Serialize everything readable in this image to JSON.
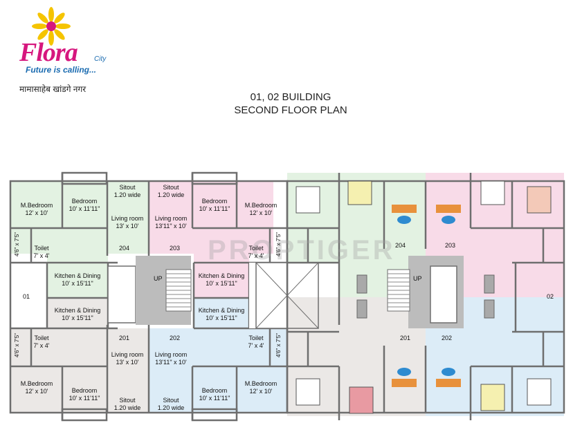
{
  "brand": {
    "name": "Flora",
    "city": "City",
    "tagline": "Future is calling...",
    "subtitle": "मामासाहेब खांडगे नगर"
  },
  "plan": {
    "title_line1": "01, 02 BUILDING",
    "title_line2": "SECOND FLOOR PLAN",
    "watermark": "PROPTIGER",
    "building_left": "01",
    "building_right": "02",
    "flat_204_left": "204",
    "flat_203_left": "203",
    "flat_201_left": "201",
    "flat_202_left": "202",
    "flat_204_right": "204",
    "flat_203_right": "203",
    "flat_201_right": "201",
    "flat_202_right": "202",
    "up_left": "UP",
    "up_right": "UP",
    "rooms": {
      "mbed_tl": [
        "M.Bedroom",
        "12' x 10'"
      ],
      "bed_tl": [
        "Bedroom",
        "10' x 11'11\""
      ],
      "sitout_tl": [
        "Sitout",
        "1.20 wide"
      ],
      "living_tl": [
        "Living room",
        "13' x 10'"
      ],
      "sitout_tm": [
        "Sitout",
        "1.20 wide"
      ],
      "living_tm": [
        "Living room",
        "13'11\" x 10'"
      ],
      "bed_tm": [
        "Bedroom",
        "10' x 11'11\""
      ],
      "mbed_tm": [
        "M.Bedroom",
        "12' x 10'"
      ],
      "toilet_tl": [
        "Toilet",
        "7' x 4'"
      ],
      "toilet_tm": [
        "Toilet",
        "7' x 4'"
      ],
      "kitchen_tl": [
        "Kitchen & Dining",
        "10' x 15'11\""
      ],
      "kitchen_tm": [
        "Kitchen & Dining",
        "10' x 15'11\""
      ],
      "kitchen_bl": [
        "Kitchen & Dining",
        "10' x 15'11\""
      ],
      "kitchen_bm": [
        "Kitchen & Dining",
        "10' x 15'11\""
      ],
      "toilet_bl": [
        "Toilet",
        "7' x 4'"
      ],
      "toilet_bm": [
        "Toilet",
        "7' x 4'"
      ],
      "living_bl": [
        "Living room",
        "13' x 10'"
      ],
      "living_bm": [
        "Living room",
        "13'11\" x 10'"
      ],
      "mbed_bl": [
        "M.Bedroom",
        "12' x 10'"
      ],
      "bed_bl": [
        "Bedroom",
        "10' x 11'11\""
      ],
      "sitout_bl": [
        "Sitout",
        "1.20 wide"
      ],
      "sitout_bm": [
        "Sitout",
        "1.20 wide"
      ],
      "bed_bm": [
        "Bedroom",
        "10' x 11'11\""
      ],
      "mbed_bm": [
        "M.Bedroom",
        "12' x 10'"
      ]
    },
    "vertical_dims": {
      "wc_tl": "4'6\" x 7'5\"",
      "wc_tm": "4'6\" x 7'5\"",
      "wc_bl": "4'6\" x 7'5\"",
      "wc_bm": "4'6\" x 7'5\""
    },
    "colors": {
      "green": "#e3f2e2",
      "pink": "#f8dbe8",
      "blue": "#dcecf7",
      "grey": "#ebe8e6",
      "stair": "#bcbcbc",
      "wall": "#6e6e6e"
    }
  }
}
